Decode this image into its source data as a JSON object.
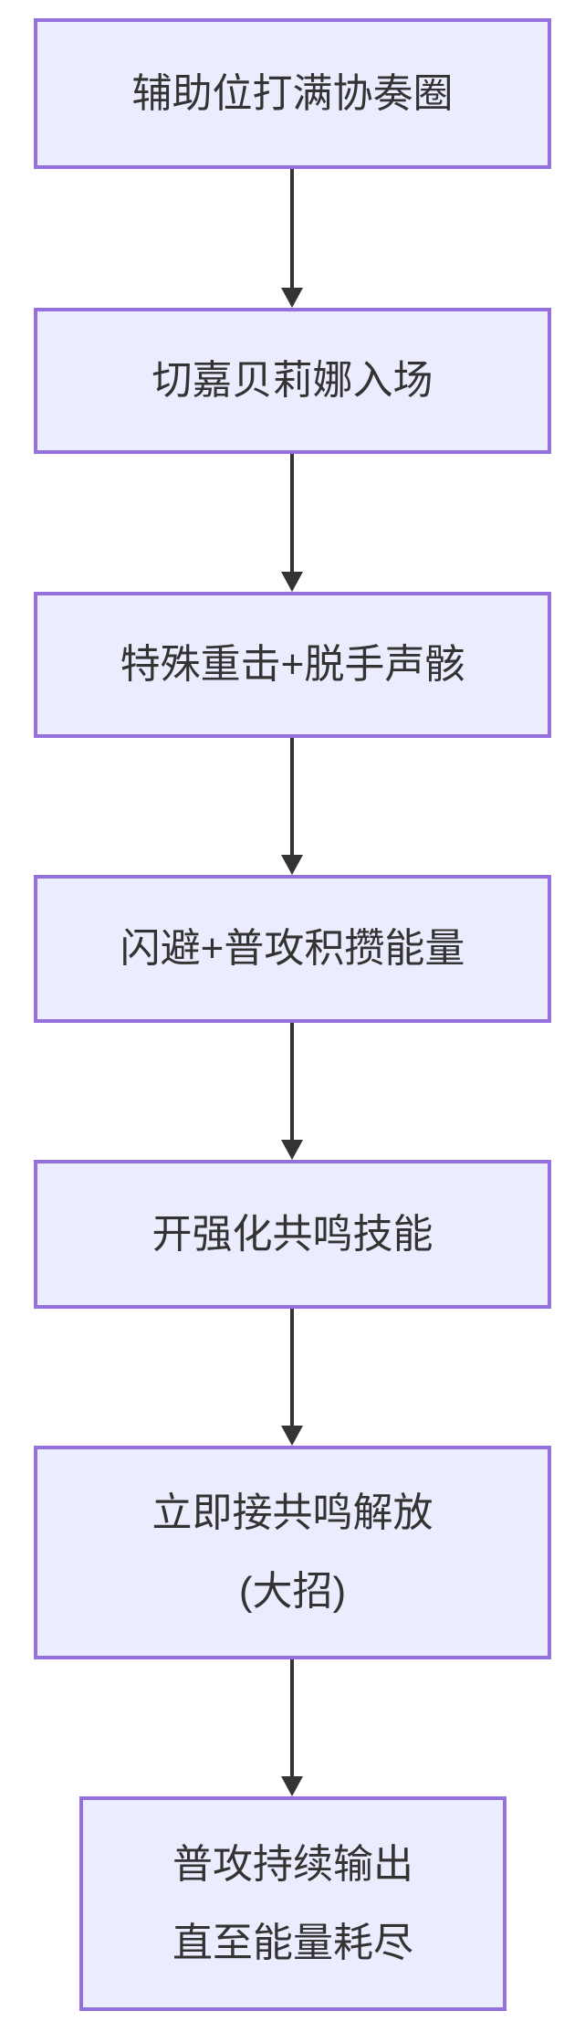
{
  "diagram": {
    "type": "flowchart",
    "direction": "top-down",
    "colors": {
      "node_fill": "#ECECFF",
      "node_border": "#9370DB",
      "text": "#333333",
      "arrow": "#333333",
      "background": "#FFFFFF"
    },
    "nodes": [
      {
        "id": "step-1",
        "lines": [
          "辅助位打满协奏圈"
        ]
      },
      {
        "id": "step-2",
        "lines": [
          "切嘉贝莉娜入场"
        ]
      },
      {
        "id": "step-3",
        "lines": [
          "特殊重击+脱手声骸"
        ]
      },
      {
        "id": "step-4",
        "lines": [
          "闪避+普攻积攒能量"
        ]
      },
      {
        "id": "step-5",
        "lines": [
          "开强化共鸣技能"
        ]
      },
      {
        "id": "step-6",
        "lines": [
          "立即接共鸣解放",
          "(大招)"
        ]
      },
      {
        "id": "step-7",
        "lines": [
          "普攻持续输出",
          "直至能量耗尽"
        ]
      }
    ],
    "edges": [
      {
        "from": "step-1",
        "to": "step-2"
      },
      {
        "from": "step-2",
        "to": "step-3"
      },
      {
        "from": "step-3",
        "to": "step-4"
      },
      {
        "from": "step-4",
        "to": "step-5"
      },
      {
        "from": "step-5",
        "to": "step-6"
      },
      {
        "from": "step-6",
        "to": "step-7"
      }
    ]
  }
}
